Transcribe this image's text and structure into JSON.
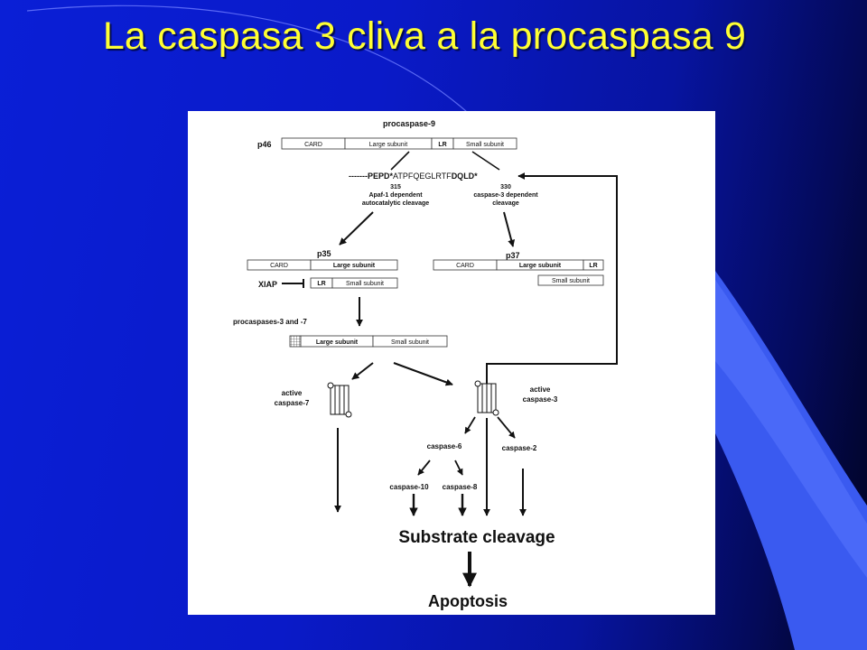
{
  "slide": {
    "title": "La caspasa 3 cliva a la procaspasa 9"
  },
  "diagram": {
    "procaspase9": {
      "title": "procaspase-9",
      "label": "p46",
      "domains": [
        "CARD",
        "Large subunit",
        "LR",
        "Small subunit"
      ]
    },
    "sequence": {
      "dashes": "-------",
      "seg1": "PEPD*",
      "seg2": "ATPFQEGLRTF",
      "seg3": "DQLD*"
    },
    "site315": {
      "number": "315",
      "line1": "Apaf-1 dependent",
      "line2": "autocatalytic cleavage"
    },
    "site330": {
      "number": "330",
      "line1": "caspase-3 dependent",
      "line2": "cleavage"
    },
    "p35": {
      "label": "p35",
      "domains": [
        "CARD",
        "Large subunit"
      ],
      "small": [
        "LR",
        "Small subunit"
      ]
    },
    "xiap": {
      "label": "XIAP"
    },
    "p37": {
      "label": "p37",
      "domains": [
        "CARD",
        "Large subunit",
        "LR"
      ],
      "small": "Small subunit"
    },
    "procaspases37": {
      "label": "procaspases-3 and -7",
      "domains": [
        "Large subunit",
        "Small subunit"
      ]
    },
    "active7": {
      "line1": "active",
      "line2": "caspase-7"
    },
    "active3": {
      "line1": "active",
      "line2": "caspase-3"
    },
    "downstream": {
      "c6": "caspase-6",
      "c2": "caspase-2",
      "c10": "caspase-10",
      "c8": "caspase-8"
    },
    "substrate": "Substrate cleavage",
    "apoptosis": "Apoptosis"
  }
}
